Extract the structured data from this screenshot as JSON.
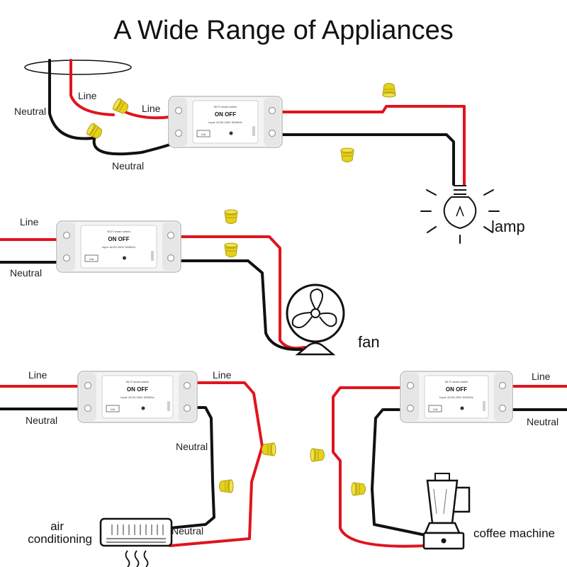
{
  "title": "A Wide Range of Appliances",
  "colors": {
    "line_wire": "#e0141e",
    "neutral_wire": "#111111",
    "connector": "#e3d21a",
    "switch_body": "#f2f2f2"
  },
  "switch_face": {
    "on_off": "ON OFF",
    "tiny_top": "Wi-Fi smart switch",
    "tiny_spec": "Input: AC90-250V 50/60Hz",
    "badge": "10A"
  },
  "diagrams": {
    "lamp": {
      "name": "lamp",
      "icon": "light-bulb-icon",
      "labels": {
        "line_a": "Line",
        "line_b": "Line",
        "neutral_a": "Neutral",
        "neutral_b": "Neutral"
      }
    },
    "fan": {
      "name": "fan",
      "icon": "fan-icon",
      "labels": {
        "line": "Line",
        "neutral": "Neutral"
      }
    },
    "ac": {
      "name_line1": "air",
      "name_line2": "conditioning",
      "icon": "air-conditioner-icon",
      "labels": {
        "line_in": "Line",
        "neutral_in": "Neutral",
        "line_out": "Line",
        "neutral_out": "Neutral",
        "neutral_app": "Neutral"
      }
    },
    "coffee": {
      "name": "coffee machine",
      "icon": "blender-icon",
      "labels": {
        "line": "Line",
        "neutral": "Neutral"
      }
    }
  }
}
